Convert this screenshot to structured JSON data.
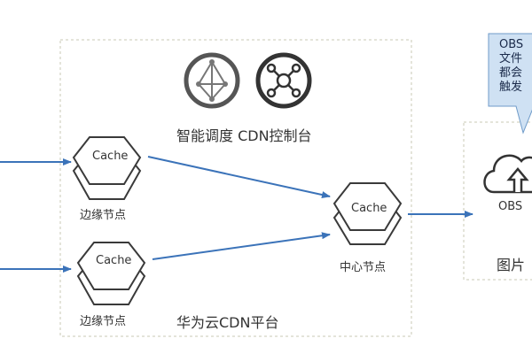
{
  "callout": {
    "lines": [
      "OBS",
      "文件",
      "都会",
      "触发"
    ]
  },
  "control": {
    "label": "智能调度 CDN控制台",
    "icons": [
      "scheduling-icon",
      "network-hub-icon"
    ]
  },
  "edge_nodes": [
    {
      "cache_label": "Cache",
      "label": "边缘节点"
    },
    {
      "cache_label": "Cache",
      "label": "边缘节点"
    }
  ],
  "center_node": {
    "cache_label": "Cache",
    "label": "中心节点"
  },
  "obs": {
    "label": "OBS",
    "icon": "cloud-upload-icon"
  },
  "pictures_label": "图片",
  "platform_label": "华为云CDN平台",
  "colors": {
    "arrow": "#3b73b9",
    "dashed_border": "#c9c9b4",
    "hex_stroke": "#3a3a3a",
    "callout_fill": "#cfe1f3",
    "callout_border": "#6f9bc9"
  }
}
